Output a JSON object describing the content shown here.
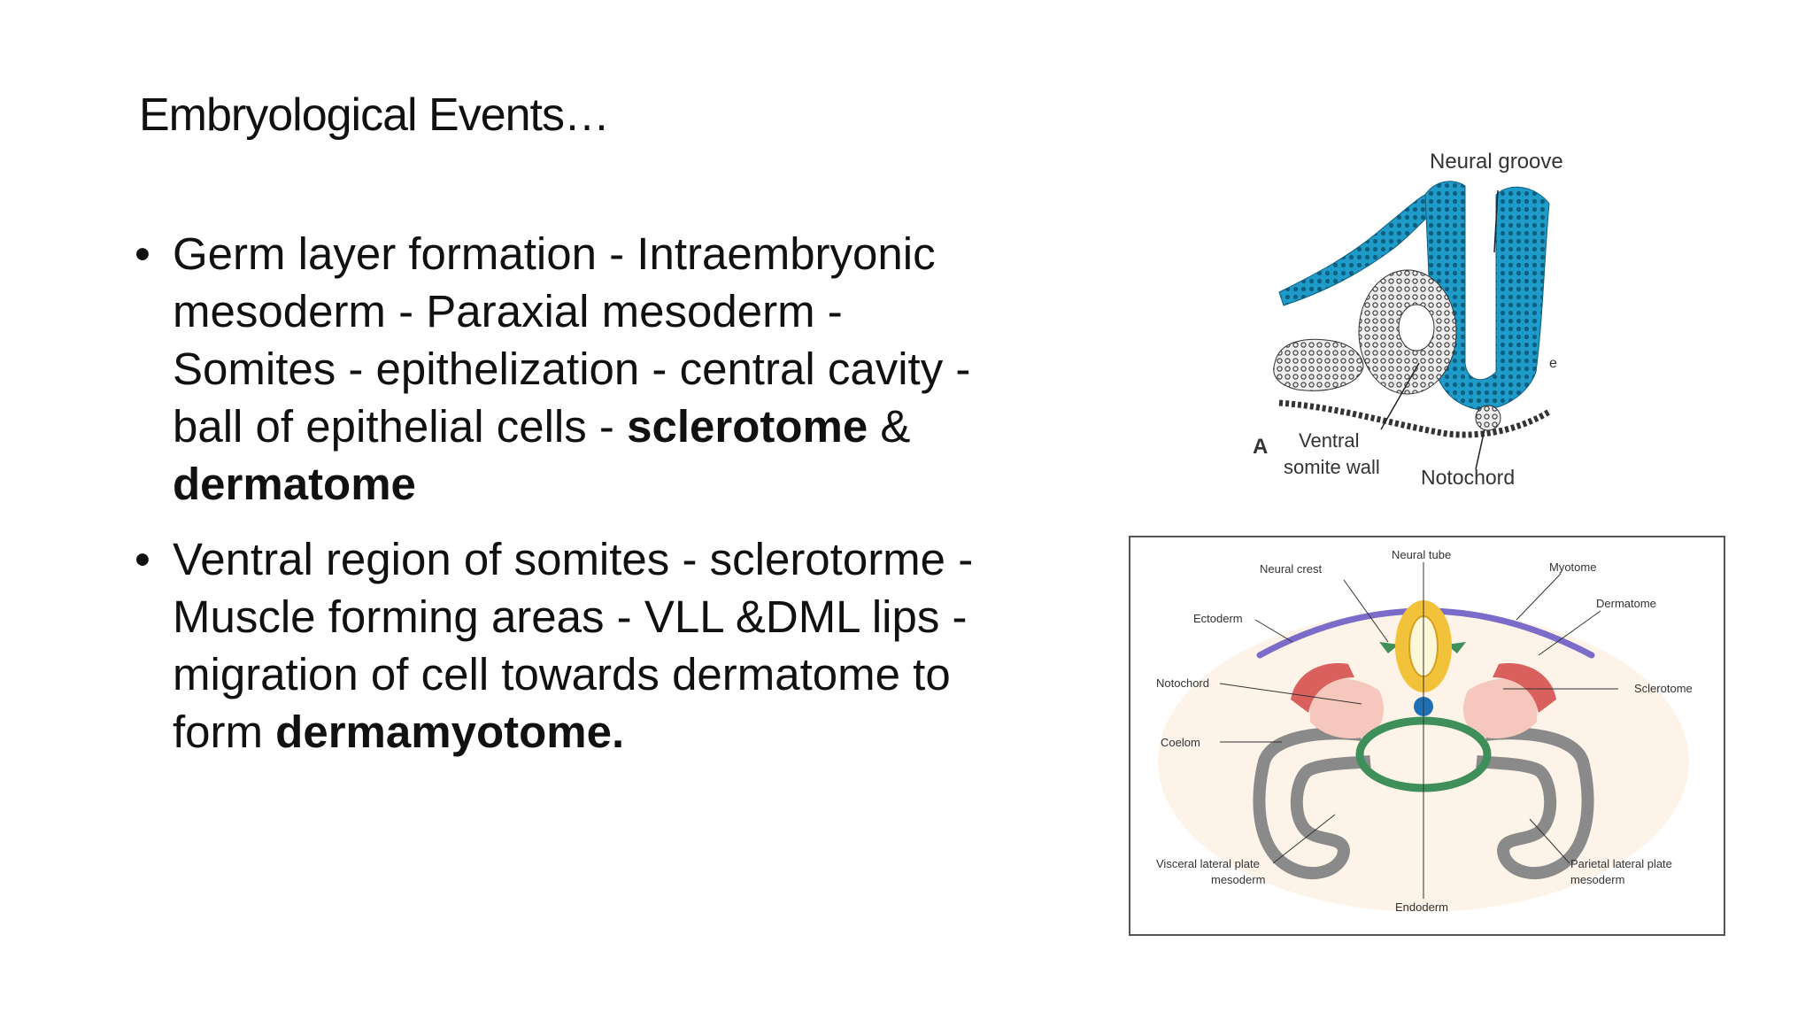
{
  "slide": {
    "title": "Embryological Events…",
    "bullets": [
      {
        "pre": "Germ layer formation - Intraembryonic mesoderm - Paraxial mesoderm - Somites - epithelization - central cavity - ball of epithelial cells - ",
        "b1": "sclerotome",
        "mid": " & ",
        "b2": "dermatome"
      },
      {
        "pre": "Ventral region of somites - sclerotorme - Muscle forming areas - VLL &DML lips - migration of cell towards dermatome to form ",
        "b1": "dermamyotome."
      }
    ]
  },
  "figure_a": {
    "labels": {
      "neural_groove": "Neural groove",
      "panel_letter": "A",
      "ventral_1": "Ventral",
      "ventral_2": "somite wall",
      "notochord": "Notochord",
      "edge_letter": "e"
    }
  },
  "figure_b": {
    "labels": {
      "neural_tube": "Neural tube",
      "neural_crest": "Neural crest",
      "myotome": "Myotome",
      "dermatome": "Dermatome",
      "ectoderm": "Ectoderm",
      "notochord": "Notochord",
      "sclerotome": "Sclerotome",
      "coelom": "Coelom",
      "visceral_1": "Visceral lateral plate",
      "visceral_2": "mesoderm",
      "parietal_1": "Parietal lateral plate",
      "parietal_2": "mesoderm",
      "endoderm": "Endoderm"
    },
    "colors": {
      "ectoderm": "#7b6cc9",
      "neural_tube": "#f2c23a",
      "notochord": "#1f6fb5",
      "endoderm": "#3f8f5a",
      "dermatome": "#d9605c",
      "sclerotome": "#f6c8bd",
      "lateral_plate": "#8a8a8a"
    }
  }
}
